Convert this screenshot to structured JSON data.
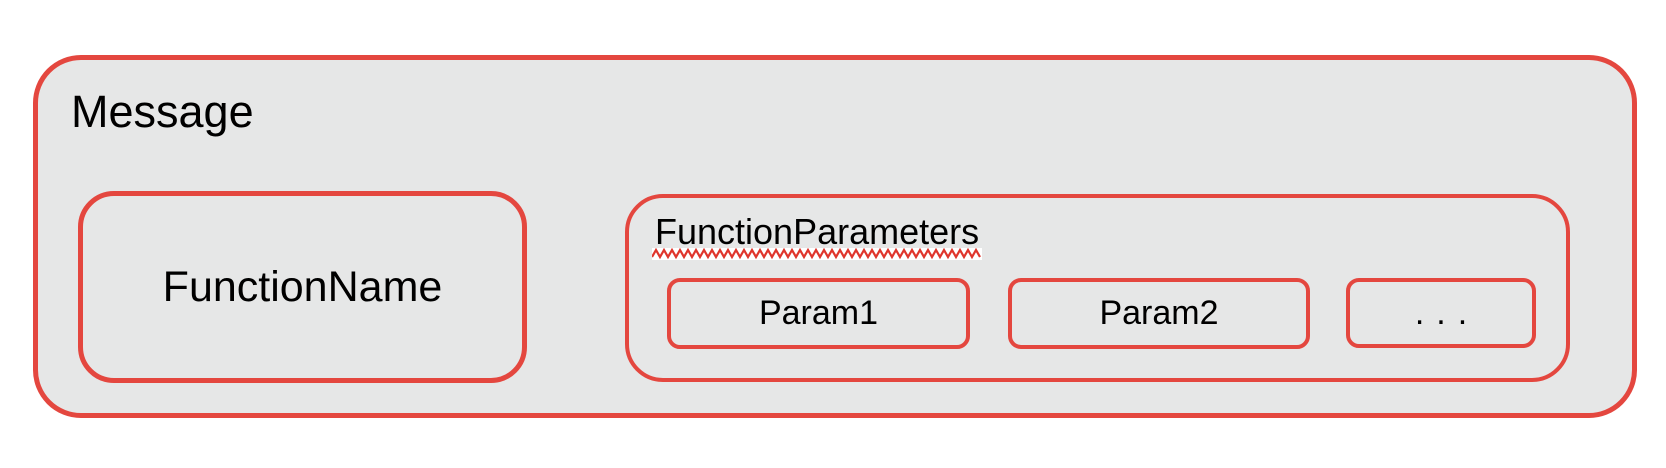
{
  "message": {
    "label": "Message"
  },
  "function_name": {
    "label": "FunctionName"
  },
  "function_parameters": {
    "label": "FunctionParameters",
    "params": [
      {
        "label": "Param1"
      },
      {
        "label": "Param2"
      },
      {
        "label": "..."
      }
    ]
  },
  "icons": {
    "spellcheck_squiggle": "red-zigzag-underline"
  },
  "colors": {
    "border_red": "#E4473F",
    "squiggle_red": "#DF352C",
    "squiggle_backing": "#FFFFFF",
    "box_fill": "#E6E7E7",
    "page_background": "#FFFFFF",
    "text": "#000000"
  }
}
